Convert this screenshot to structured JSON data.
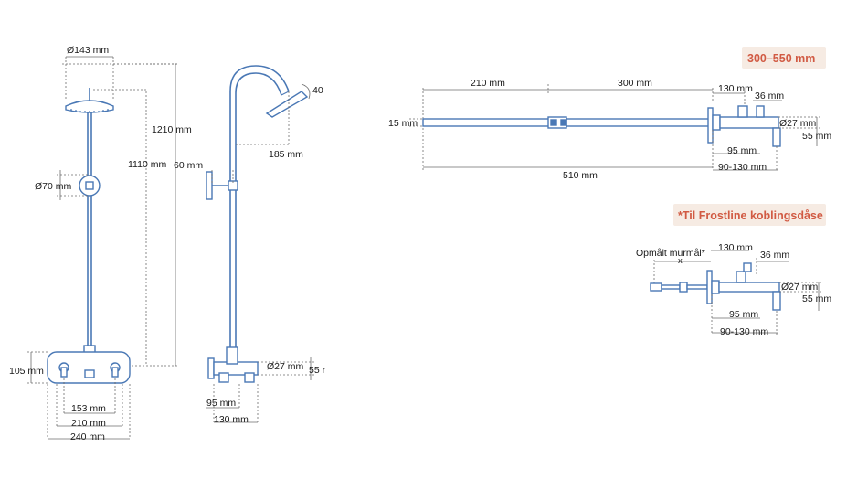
{
  "badges": {
    "range": "300–550 mm",
    "frostline": "*Til Frostline koblingsdåse"
  },
  "front": {
    "head_dia": "Ø143 mm",
    "height_total": "1210 mm",
    "height_bar": "1110 mm",
    "holder_dia": "Ø70 mm",
    "mixer_height": "105 mm",
    "w153": "153 mm",
    "w210": "210 mm",
    "w240": "240 mm"
  },
  "side": {
    "angle": "40",
    "reach_head": "185 mm",
    "holder_depth": "60 mm",
    "pipe_dia": "Ø27 mm",
    "pipe_h": "55 r",
    "d95": "95 mm",
    "d130": "130 mm"
  },
  "arm": {
    "a210": "210 mm",
    "a300": "300 mm",
    "a130": "130 mm",
    "a36": "36 mm",
    "a15": "15 mm",
    "dia27": "Ø27 mm",
    "h55": "55 mm",
    "a95": "95 mm",
    "a510": "510 mm",
    "a90130": "90-130 mm"
  },
  "frost": {
    "opmalt": "Opmålt murmål*",
    "x": "x",
    "f130": "130 mm",
    "f36": "36 mm",
    "dia27": "Ø27 mm",
    "h55": "55 mm",
    "f95": "95 mm",
    "f90130": "90-130 mm"
  },
  "colors": {
    "line": "#4a78b5",
    "badge_bg": "#f6ebe3",
    "badge_text": "#d15a43"
  }
}
